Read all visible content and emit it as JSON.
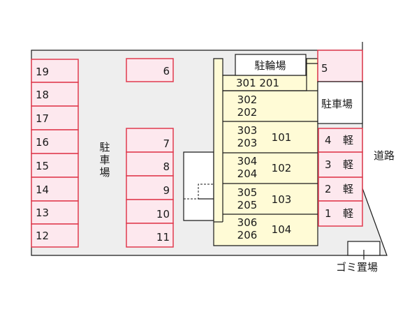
{
  "colors": {
    "spot_stroke": "#e03a4e",
    "spot_fill": "#fde8ee",
    "building_fill": "#fffbd6",
    "lot_fill": "#eeeeee"
  },
  "left_column_spots": [
    "19",
    "18",
    "17",
    "16",
    "15",
    "14",
    "13",
    "12"
  ],
  "middle_spots": {
    "top": "6",
    "column": [
      "7",
      "8",
      "9",
      "10",
      "11"
    ]
  },
  "parking_label": [
    "駐",
    "車",
    "場"
  ],
  "bicycle_parking": "駐輪場",
  "building": {
    "top_unit": "301 201",
    "floors": [
      {
        "upper": "302",
        "lower": "202",
        "ground": ""
      },
      {
        "upper": "303",
        "lower": "203",
        "ground": "101"
      },
      {
        "upper": "304",
        "lower": "204",
        "ground": "102"
      },
      {
        "upper": "305",
        "lower": "205",
        "ground": "103"
      },
      {
        "upper": "306",
        "lower": "206",
        "ground": "104"
      }
    ]
  },
  "right_spots": {
    "top": "5",
    "side_parking_label": "駐車場",
    "small": [
      {
        "num": "4",
        "type": "軽"
      },
      {
        "num": "3",
        "type": "軽"
      },
      {
        "num": "2",
        "type": "軽"
      },
      {
        "num": "1",
        "type": "軽"
      }
    ]
  },
  "road": "道路",
  "garbage": "ゴミ置場"
}
